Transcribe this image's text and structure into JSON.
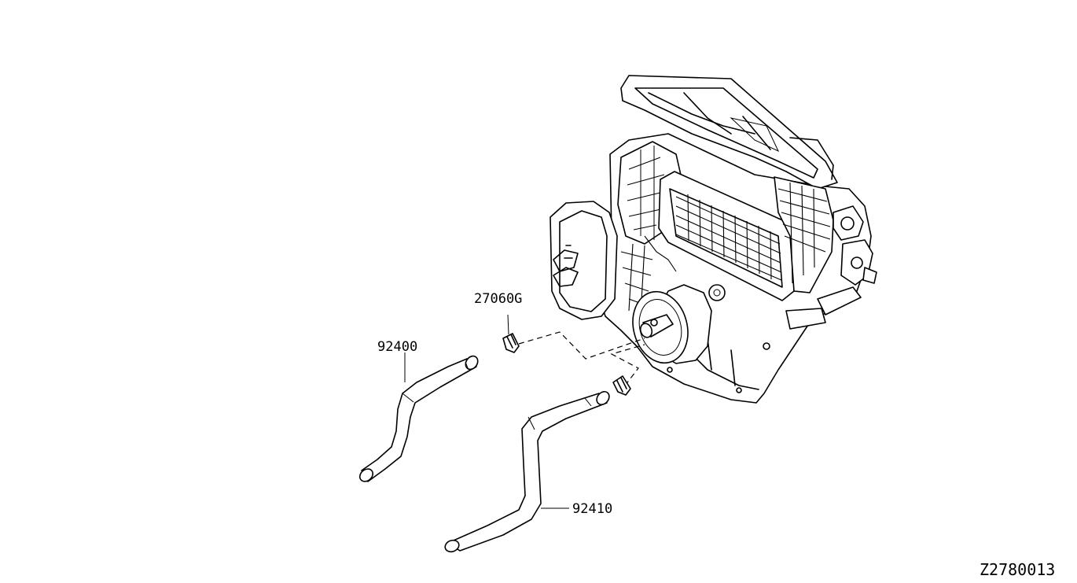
{
  "diagram": {
    "part_labels": {
      "clip": "27060G",
      "hose_upper": "92400",
      "hose_lower": "92410"
    },
    "figure_code": "Z2780013"
  },
  "colors": {
    "line": "#000000",
    "background": "#ffffff"
  }
}
